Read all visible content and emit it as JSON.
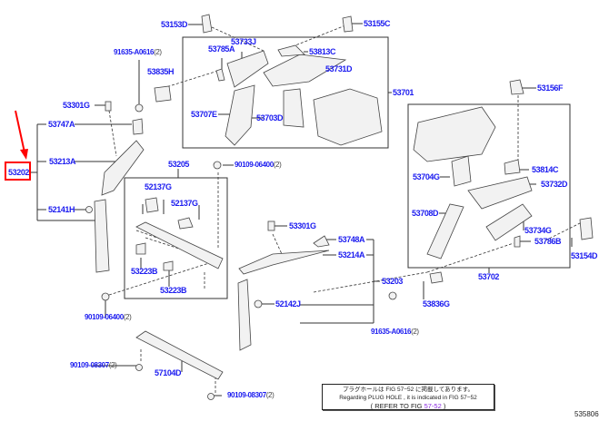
{
  "diagram": {
    "selected_part": "53202",
    "highlight_color": "#ff0000",
    "label_color": "#1c1cf0",
    "labels": {
      "p53153D": "53153D",
      "p53155C": "53155C",
      "p53733J": "53733J",
      "p53785A": "53785A",
      "p53813C": "53813C",
      "p53731D": "53731D",
      "p91635a": "91635-A0616",
      "p91635a_qty": "(2)",
      "p53835H": "53835H",
      "p53701": "53701",
      "p53156F": "53156F",
      "p53301G_a": "53301G",
      "p53707E": "53707E",
      "p53703D": "53703D",
      "p53747A": "53747A",
      "p53213A": "53213A",
      "p53202": "53202",
      "p53205": "53205",
      "p90109_06400_a": "90109-06400",
      "p90109_06400_a_qty": "(2)",
      "p53814C": "53814C",
      "p53704G": "53704G",
      "p53732D": "53732D",
      "p52137G_a": "52137G",
      "p52137G_b": "52137G",
      "p52141H": "52141H",
      "p53708D": "53708D",
      "p53734G": "53734G",
      "p53786B": "53786B",
      "p53154D": "53154D",
      "p53301G_b": "53301G",
      "p53748A": "53748A",
      "p53214A": "53214A",
      "p53223B_a": "53223B",
      "p53223B_b": "53223B",
      "p53203": "53203",
      "p53702": "53702",
      "p52142J": "52142J",
      "p53836G": "53836G",
      "p90109_06400_b": "90109-06400",
      "p90109_06400_b_qty": "(2)",
      "p91635b": "91635-A0616",
      "p91635b_qty": "(2)",
      "p90109_08307_a": "90109-08307",
      "p90109_08307_a_qty": "(2)",
      "p57104D": "57104D",
      "p90109_08307_b": "90109-08307",
      "p90109_08307_b_qty": "(2)"
    },
    "note": {
      "line1": "プラグホールは FIG 57−52 に掲載してあります。",
      "line2": "Regarding  PLUG  HOLE , it is indicated in FIG  57−52",
      "line3_prefix": "( REFER TO FIG ",
      "line3_link": "57-52",
      "line3_suffix": " )"
    },
    "figure_number": "535806"
  }
}
